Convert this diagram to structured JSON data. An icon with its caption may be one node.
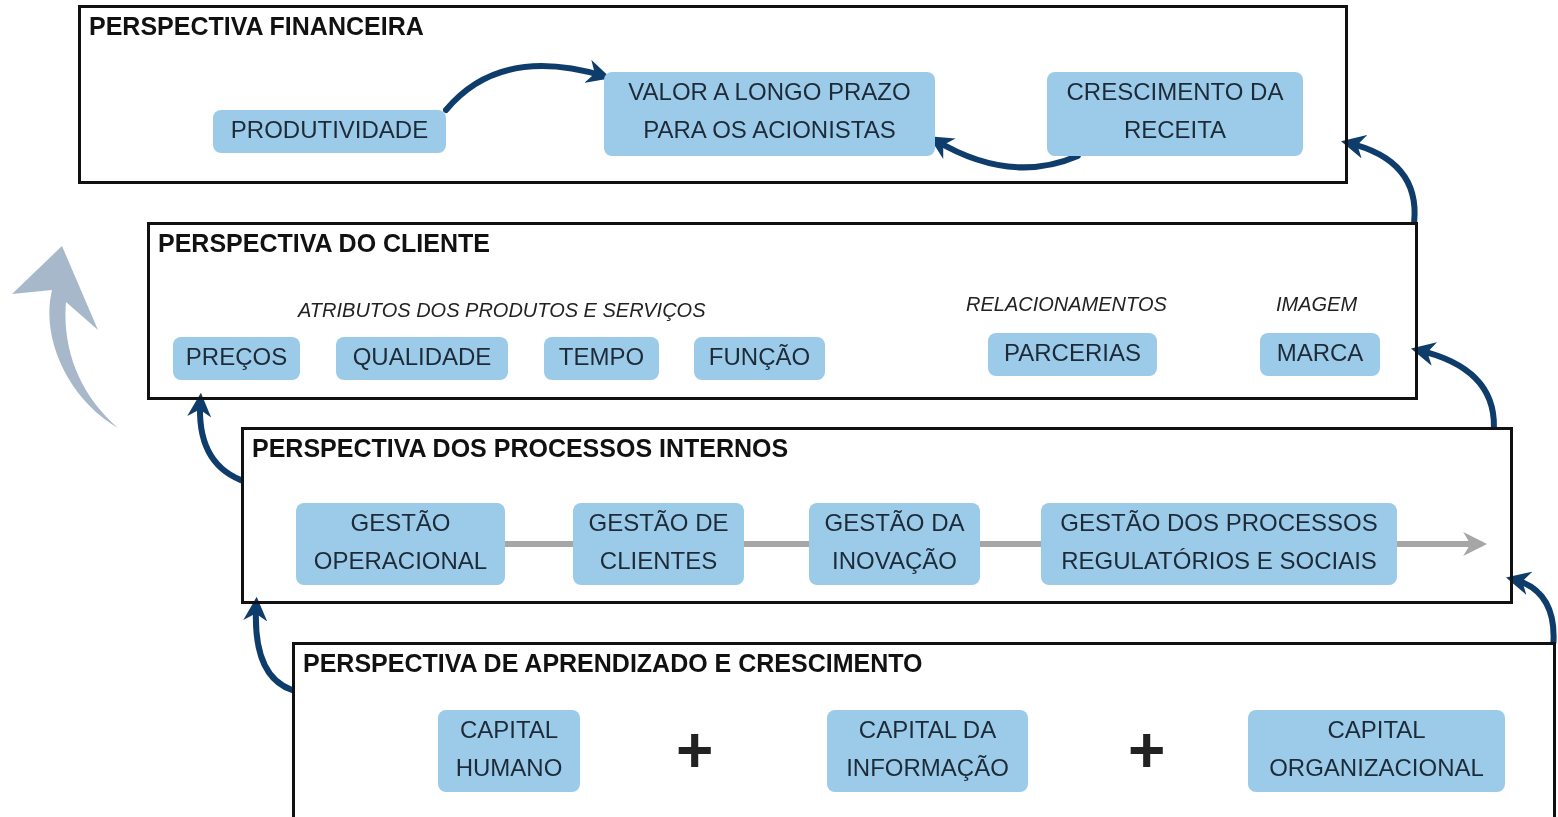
{
  "diagram": {
    "nodes": [
      {
        "text": [
          "PERSPECTIVA FINANCEIRA"
        ]
      },
      {
        "text": [
          "PRODUTIVIDADE"
        ],
        "in": 0
      },
      {
        "text": [
          "VALOR A LONGO PRAZO PARA OS ACIONISTAS"
        ],
        "in": 0
      },
      {
        "text": [
          "CRESCIMENTO DA RECEITA"
        ],
        "in": 0
      },
      {
        "text": [
          "PERSPECTIVA DO CLIENTE"
        ]
      },
      {
        "text": [
          "PREÇOS"
        ],
        "in": 4
      },
      {
        "text": [
          "QUALIDADE"
        ],
        "in": 4
      },
      {
        "text": [
          "TEMPO"
        ],
        "in": 4
      },
      {
        "text": [
          "FUNÇÃO"
        ],
        "in": 4
      },
      {
        "text": [
          "PARCERIAS"
        ],
        "in": 4
      },
      {
        "text": [
          "MARCA"
        ],
        "in": 4
      },
      {
        "text": [
          "PERSPECTIVA DOS PROCESSOS INTERNOS"
        ]
      },
      {
        "text": [
          "GESTÃO OPERACIONAL"
        ],
        "in": 11
      },
      {
        "text": [
          "GESTÃO DE CLIENTES"
        ],
        "in": 11
      },
      {
        "text": [
          "GESTÃO DA INOVAÇÃO"
        ],
        "in": 11
      },
      {
        "text": [
          "GESTÃO DOS PROCESSOS REGULATÓRIOS E SOCIAIS"
        ],
        "in": 11
      },
      {
        "text": [
          "PERSPECTIVA DE APRENDIZADO E CRESCIMENTO"
        ]
      },
      {
        "text": [
          "CAPITAL HUMANO"
        ],
        "in": 16
      },
      {
        "text": [
          "CAPITAL DA INFORMAÇÃO"
        ],
        "in": 16
      },
      {
        "text": [
          "CAPITAL ORGANIZACIONAL"
        ],
        "in": 16
      }
    ],
    "edges": [
      {
        "from": 1,
        "to": 2,
        "arrow": "to"
      },
      {
        "from": 3,
        "to": 2,
        "arrow": "to"
      },
      {
        "from": 12,
        "to": 13,
        "arrow": "none",
        "color": "#a6a6a6"
      },
      {
        "from": 13,
        "to": 14,
        "arrow": "none",
        "color": "#a6a6a6"
      },
      {
        "from": 14,
        "to": 15,
        "arrow": "none",
        "color": "#a6a6a6"
      },
      {
        "from": 15,
        "to": null,
        "arrow": "to",
        "color": "#a6a6a6"
      },
      {
        "from": 4,
        "to": 0,
        "arrow": "to"
      },
      {
        "from": 11,
        "to": 4,
        "arrow": "to"
      },
      {
        "from": 16,
        "to": 11,
        "arrow": "to"
      },
      {
        "from": 11,
        "to": 4,
        "arrow": "to"
      },
      {
        "from": 16,
        "to": 11,
        "arrow": "to"
      }
    ],
    "labels": [
      "ATRIBUTOS DOS PRODUTOS E SERVIÇOS",
      "RELACIONAMENTOS",
      "IMAGEM",
      "+",
      "+"
    ]
  }
}
